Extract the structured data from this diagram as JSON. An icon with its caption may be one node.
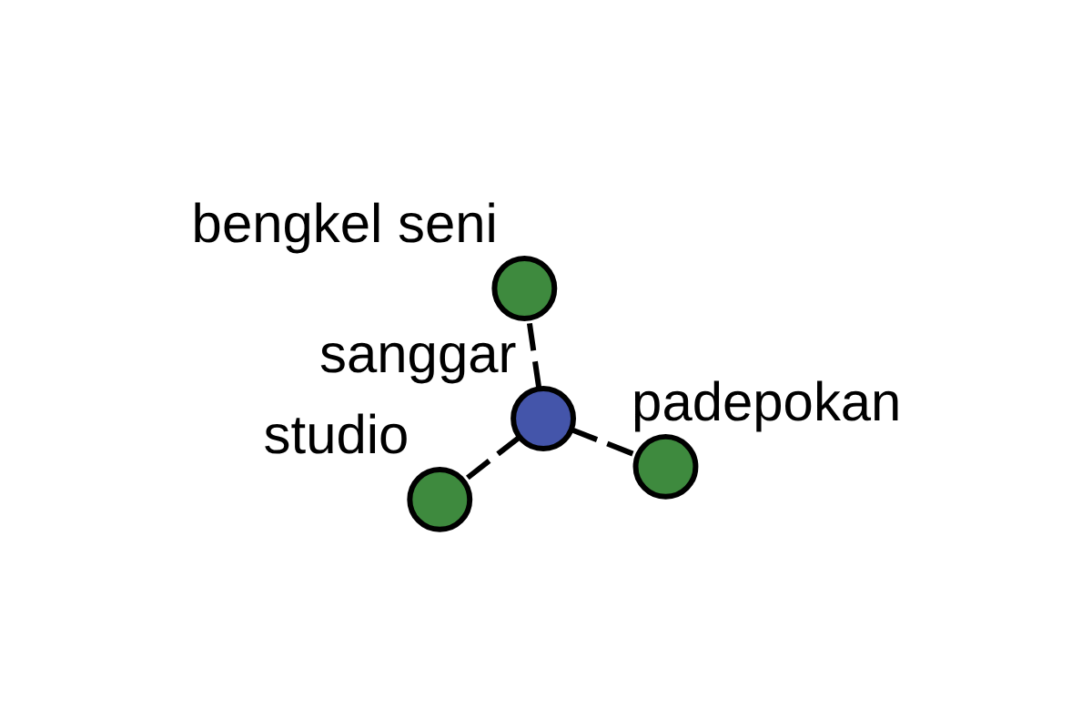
{
  "diagram": {
    "nodes": [
      {
        "text": [],
        "shape": "circle",
        "beside": [
          "studio"
        ]
      },
      {
        "text": [],
        "shape": "circle",
        "beside": [
          "padepokan"
        ]
      },
      {
        "text": [],
        "shape": "circle",
        "beside": [
          "sanggar"
        ]
      },
      {
        "text": [],
        "shape": "circle",
        "beside": [
          "bengkel seni"
        ]
      }
    ],
    "edges": [
      {
        "from": 2,
        "to": 0,
        "arrow": "none",
        "style": "dashed"
      },
      {
        "from": 2,
        "to": 1,
        "arrow": "none",
        "style": "dashed"
      },
      {
        "from": 2,
        "to": 3,
        "arrow": "none",
        "style": "dashed"
      }
    ]
  }
}
